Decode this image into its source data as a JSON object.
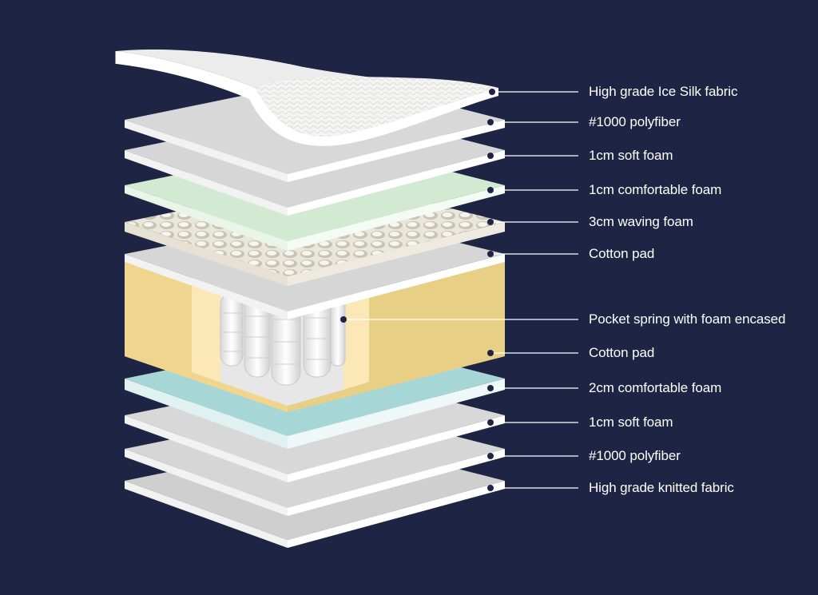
{
  "layers": [
    {
      "id": "ice-silk-fabric",
      "label": "High grade Ice Silk fabric"
    },
    {
      "id": "polyfiber-top",
      "label": "#1000 polyfiber"
    },
    {
      "id": "soft-foam-top",
      "label": "1cm soft foam"
    },
    {
      "id": "comfortable-foam-top",
      "label": "1cm comfortable foam"
    },
    {
      "id": "waving-foam",
      "label": "3cm waving foam"
    },
    {
      "id": "cotton-pad-top",
      "label": "Cotton pad"
    },
    {
      "id": "pocket-spring",
      "label": "Pocket spring with foam encased"
    },
    {
      "id": "cotton-pad-bottom",
      "label": "Cotton pad"
    },
    {
      "id": "comfortable-foam-bottom",
      "label": "2cm comfortable foam"
    },
    {
      "id": "soft-foam-bottom",
      "label": "1cm soft foam"
    },
    {
      "id": "polyfiber-bottom",
      "label": "#1000 polyfiber"
    },
    {
      "id": "knitted-fabric",
      "label": "High grade knitted fabric"
    }
  ],
  "colors": {
    "background": "#1e2443",
    "sheet_gray": "#d6d6d6",
    "sheet_edge": "#ffffff",
    "green_foam": "#d2ead2",
    "blue_foam": "#a6d6d6",
    "yellow_foam": "#efd58e",
    "yellow_inner": "#fbe8b6",
    "callout_line": "#ffffff",
    "callout_dot": "#1e2443"
  }
}
